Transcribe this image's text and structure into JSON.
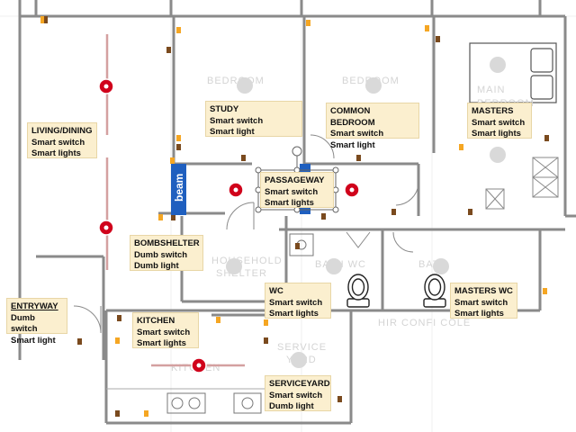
{
  "colors": {
    "label_bg": "#fbefcf",
    "wall": "#8a8a8a",
    "light_fixture": "#d0021b",
    "beam": "#1f5fbf",
    "switch_orange": "#f5a623",
    "switch_brown": "#7a4a1e"
  },
  "beam_text": "beam",
  "rooms": [
    {
      "id": "study",
      "name": "STUDY",
      "switch": "Smart switch",
      "lights": "Smart light"
    },
    {
      "id": "common-bedroom",
      "name": "COMMON BEDROOM",
      "switch": "Smart switch",
      "lights": "Smart light"
    },
    {
      "id": "masters",
      "name": "MASTERS",
      "switch": "Smart switch",
      "lights": "Smart lights"
    },
    {
      "id": "living-dining",
      "name": "LIVING/DINING",
      "switch": "Smart switch",
      "lights": "Smart lights"
    },
    {
      "id": "passageway",
      "name": "PASSAGEWAY",
      "switch": "Smart switch",
      "lights": "Smart lights"
    },
    {
      "id": "bombshelter",
      "name": "BOMBSHELTER",
      "switch": "Dumb switch",
      "lights": "Dumb light"
    },
    {
      "id": "entryway",
      "name": "ENTRYWAY",
      "switch": "Dumb switch",
      "lights": "Smart light"
    },
    {
      "id": "wc",
      "name": "WC",
      "switch": "Smart switch",
      "lights": "Smart lights"
    },
    {
      "id": "masters-wc",
      "name": "MASTERS WC",
      "switch": "Smart switch",
      "lights": "Smart lights"
    },
    {
      "id": "kitchen",
      "name": "KITCHEN",
      "switch": "Smart switch",
      "lights": "Smart lights"
    },
    {
      "id": "serviceyard",
      "name": "SERVICEYARD",
      "switch": "Smart switch",
      "lights": "Dumb light"
    }
  ]
}
